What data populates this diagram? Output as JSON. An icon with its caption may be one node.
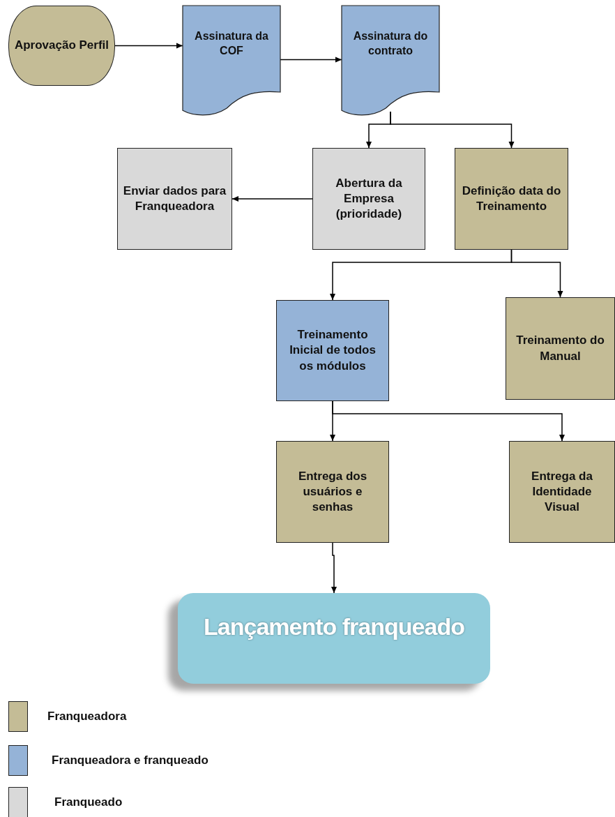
{
  "diagram": {
    "nodes": [
      {
        "text": [
          "Aprovação Perfil"
        ]
      },
      {
        "text": [
          "Assinatura da COF"
        ]
      },
      {
        "text": [
          "Assinatura do contrato"
        ]
      },
      {
        "text": [
          "Enviar dados para Franqueadora"
        ]
      },
      {
        "text": [
          "Abertura da Empresa (prioridade)"
        ]
      },
      {
        "text": [
          "Definição data do Treinamento"
        ]
      },
      {
        "text": [
          "Treinamento Inicial de todos os módulos"
        ]
      },
      {
        "text": [
          "Treinamento do Manual"
        ]
      },
      {
        "text": [
          "Entrega dos usuários e senhas"
        ]
      },
      {
        "text": [
          "Entrega da Identidade Visual"
        ]
      },
      {
        "text": [
          "Lançamento franqueado"
        ]
      }
    ],
    "edges": [
      {
        "from": 0,
        "to": 1,
        "arrow": "to"
      },
      {
        "from": 1,
        "to": 2,
        "arrow": "to"
      },
      {
        "from": 2,
        "to": 4,
        "arrow": "to"
      },
      {
        "from": 2,
        "to": 5,
        "arrow": "to"
      },
      {
        "from": 4,
        "to": 3,
        "arrow": "to"
      },
      {
        "from": 5,
        "to": 6,
        "arrow": "to"
      },
      {
        "from": 5,
        "to": 7,
        "arrow": "to"
      },
      {
        "from": 6,
        "to": 8,
        "arrow": "to"
      },
      {
        "from": 6,
        "to": 9,
        "arrow": "to"
      },
      {
        "from": 8,
        "to": 10,
        "arrow": "to"
      }
    ],
    "legend": [
      {
        "text": "Franqueadora",
        "color": "#c4bc96"
      },
      {
        "text": "Franqueadora e franqueado",
        "color": "#95b3d7"
      },
      {
        "text": "Franqueado",
        "color": "#d9d9d9"
      }
    ]
  }
}
